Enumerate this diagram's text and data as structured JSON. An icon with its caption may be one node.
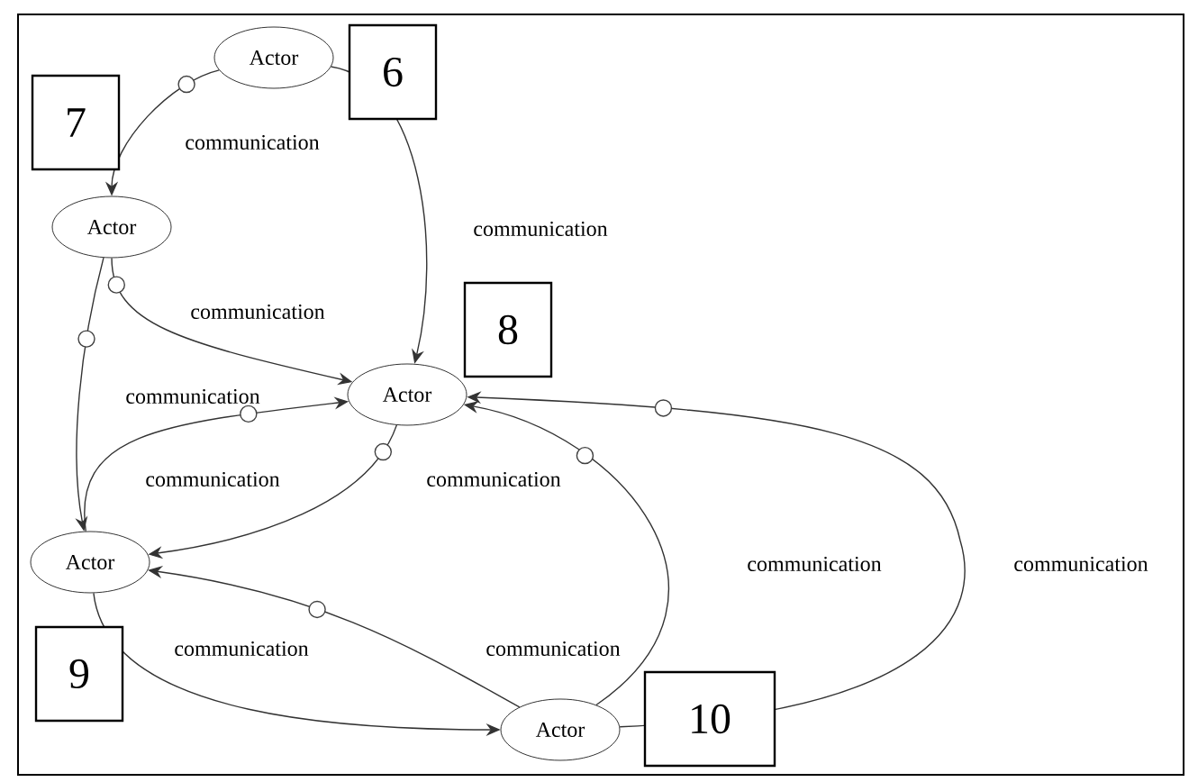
{
  "diagram": {
    "nodes": [
      {
        "text": [
          "Actor"
        ]
      },
      {
        "text": [
          "Actor"
        ]
      },
      {
        "text": [
          "Actor"
        ]
      },
      {
        "text": [
          "Actor"
        ]
      },
      {
        "text": [
          "Actor"
        ]
      }
    ],
    "edges": [
      {
        "from": 0,
        "to": 1,
        "arrow": "to",
        "label": "communication"
      },
      {
        "from": 0,
        "to": 2,
        "arrow": "to",
        "label": "communication"
      },
      {
        "from": 1,
        "to": 2,
        "arrow": "to",
        "label": "communication"
      },
      {
        "from": 1,
        "to": 3,
        "arrow": "to",
        "label": "communication"
      },
      {
        "from": 3,
        "to": 2,
        "arrow": "to",
        "label": "communication"
      },
      {
        "from": 2,
        "to": 3,
        "arrow": "to",
        "label": "communication"
      },
      {
        "from": 4,
        "to": 3,
        "arrow": "to",
        "label": "communication"
      },
      {
        "from": 3,
        "to": 4,
        "arrow": "to",
        "label": "communication"
      },
      {
        "from": 4,
        "to": 2,
        "arrow": "to",
        "label": "communication"
      },
      {
        "from": 4,
        "to": 2,
        "arrow": "to",
        "label": "communication"
      }
    ],
    "labels": [
      "6",
      "7",
      "8",
      "9",
      "10"
    ]
  }
}
